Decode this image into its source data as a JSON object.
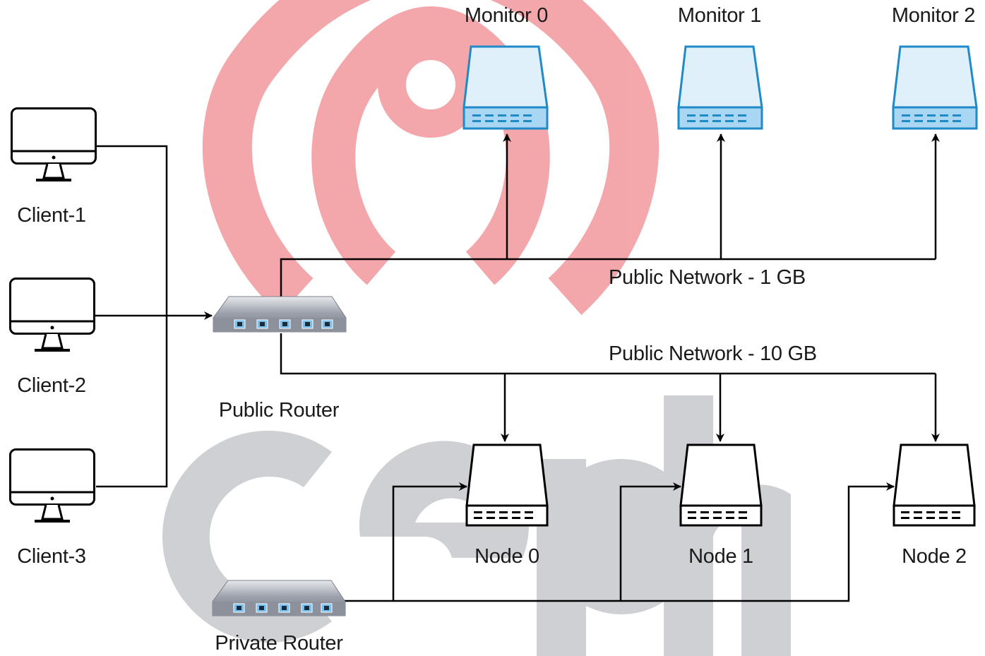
{
  "watermark": {
    "text": "ceph",
    "logo_color": "#ef5350",
    "text_color": "#c8c9cd"
  },
  "colors": {
    "monitor_fill": "#d6ecf8",
    "monitor_stroke": "#2a8fcc",
    "line": "#000000"
  },
  "monitors": [
    {
      "label": "Monitor 0"
    },
    {
      "label": "Monitor 1"
    },
    {
      "label": "Monitor 2"
    }
  ],
  "clients": [
    {
      "label": "Client-1"
    },
    {
      "label": "Client-2"
    },
    {
      "label": "Client-3"
    }
  ],
  "routers": {
    "public": {
      "label": "Public Router"
    },
    "private": {
      "label": "Private Router"
    }
  },
  "networks": {
    "public_1gb": "Public Network - 1 GB",
    "public_10gb": "Public Network - 10 GB"
  },
  "nodes": [
    {
      "label": "Node 0"
    },
    {
      "label": "Node 1"
    },
    {
      "label": "Node 2"
    }
  ]
}
